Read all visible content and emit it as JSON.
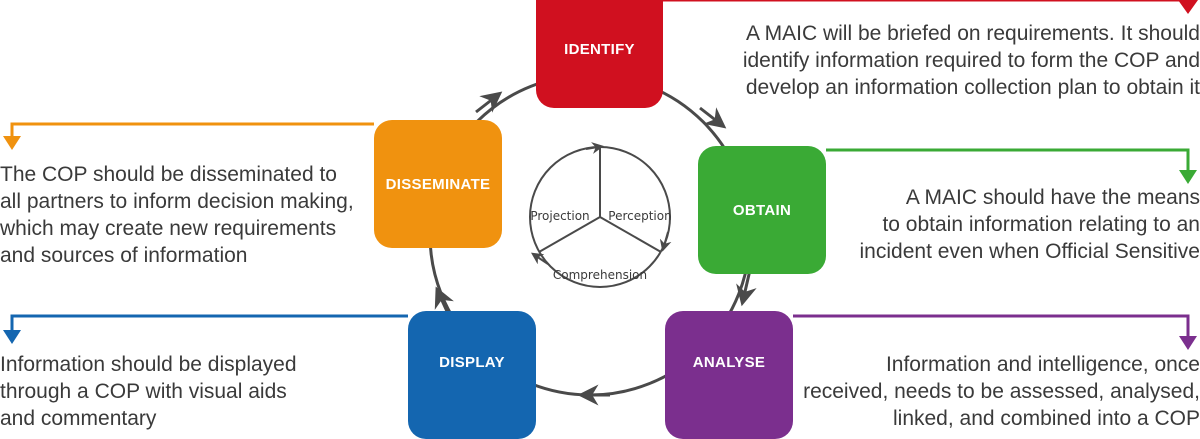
{
  "colors": {
    "identify": "#d0101f",
    "obtain": "#3aaa35",
    "analyse": "#7b2f8e",
    "display": "#1466b0",
    "disseminate": "#f0920f",
    "cycle": "#4a4a4a"
  },
  "steps": {
    "identify": {
      "label": "IDENTIFY",
      "text": [
        "A MAIC will be briefed on requirements. It should",
        "identify information required to form the COP and",
        "develop an information collection plan to obtain it"
      ]
    },
    "obtain": {
      "label": "OBTAIN",
      "text": [
        "A MAIC should have the means",
        "to obtain information relating to an",
        "incident even when Official Sensitive"
      ]
    },
    "analyse": {
      "label": "ANALYSE",
      "text": [
        "Information and intelligence, once",
        "received, needs to be assessed, analysed,",
        "linked, and combined into a COP"
      ]
    },
    "display": {
      "label": "DISPLAY",
      "text": [
        "Information should be displayed",
        "through a COP with visual aids",
        "and commentary"
      ]
    },
    "disseminate": {
      "label": "DISSEMINATE",
      "text": [
        "The COP should be disseminated to",
        "all partners to inform decision making,",
        "which may create new requirements",
        "and sources of information"
      ]
    }
  },
  "inner_cycle": {
    "projection": "Projection",
    "perception": "Perception",
    "comprehension": "Comprehension"
  }
}
